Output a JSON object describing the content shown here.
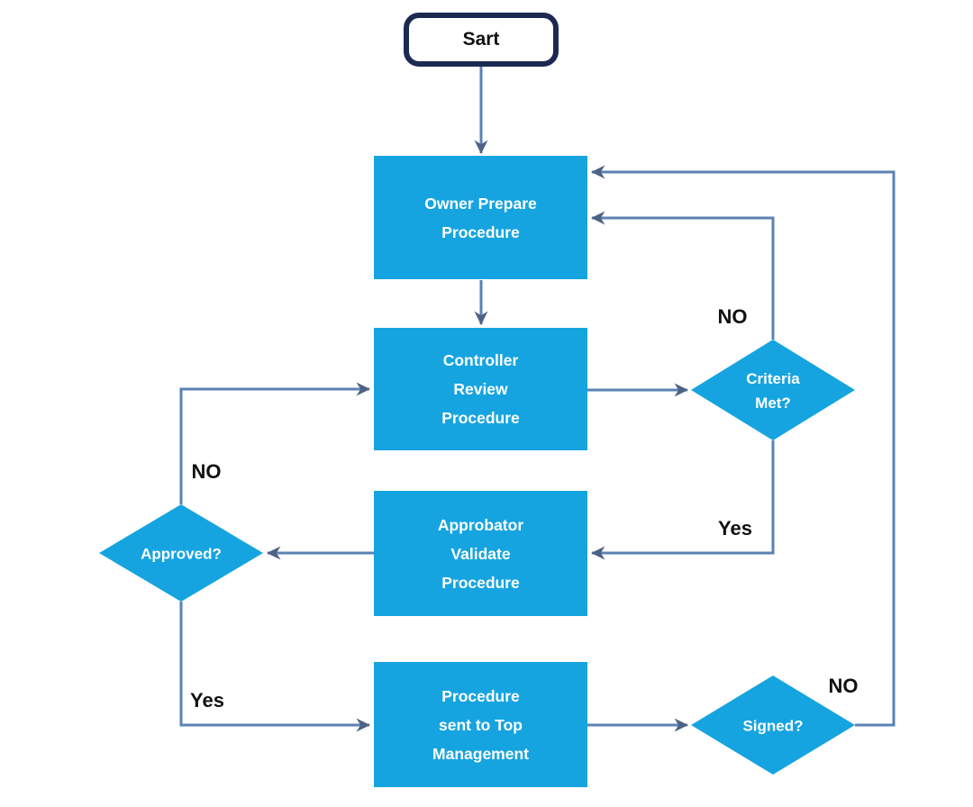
{
  "colors": {
    "node_fill": "#16a4e1",
    "node_text": "#ffffff",
    "connector": "#5b82b4",
    "arrowhead": "#4d6386",
    "start_border": "#1c2a52",
    "start_fill": "#ffffff",
    "label_text": "#111111",
    "background": "#ffffff"
  },
  "nodes": {
    "start": {
      "type": "terminator",
      "label": "Sart"
    },
    "owner": {
      "type": "process",
      "label": "Owner Prepare\nProcedure"
    },
    "controller": {
      "type": "process",
      "label": "Controller\nReview\nProcedure"
    },
    "criteria": {
      "type": "decision",
      "label": "Criteria\nMet?"
    },
    "approbator": {
      "type": "process",
      "label": "Approbator\nValidate\nProcedure"
    },
    "approved": {
      "type": "decision",
      "label": "Approved?"
    },
    "sent": {
      "type": "process",
      "label": "Procedure\nsent to Top\nManagement"
    },
    "signed": {
      "type": "decision",
      "label": "Signed?"
    }
  },
  "edges": [
    {
      "from": "start",
      "to": "owner"
    },
    {
      "from": "owner",
      "to": "controller"
    },
    {
      "from": "controller",
      "to": "criteria"
    },
    {
      "from": "criteria",
      "to": "owner",
      "label": "NO"
    },
    {
      "from": "criteria",
      "to": "approbator",
      "label": "Yes"
    },
    {
      "from": "approbator",
      "to": "approved"
    },
    {
      "from": "approved",
      "to": "controller",
      "label": "NO"
    },
    {
      "from": "approved",
      "to": "sent",
      "label": "Yes"
    },
    {
      "from": "sent",
      "to": "signed"
    },
    {
      "from": "signed",
      "to": "owner",
      "label": "NO"
    }
  ]
}
